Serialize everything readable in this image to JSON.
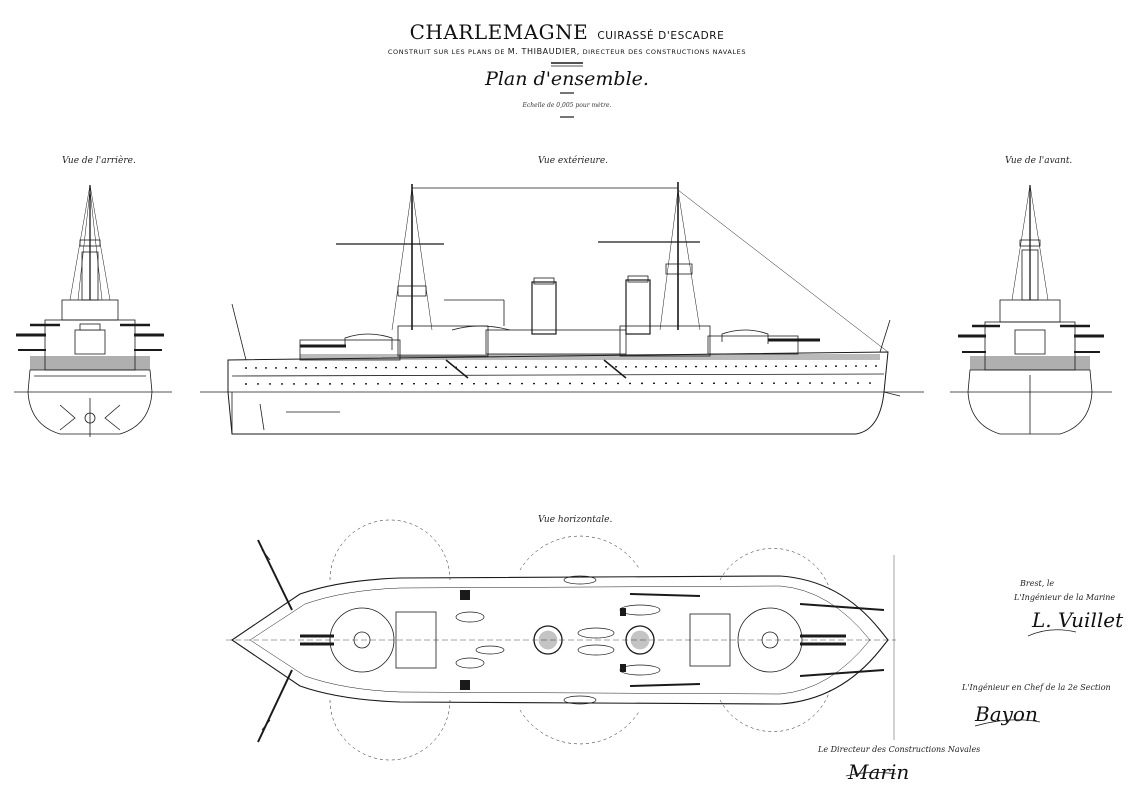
{
  "title": {
    "ship": "CHARLEMAGNE",
    "ship_type": "CUIRASSÉ D'ESCADRE",
    "builder_line_1": "CONSTRUIT SUR LES PLANS DE",
    "builder_name": "M. THIBAUDIER,",
    "builder_line_2": "DIRECTEUR DES CONSTRUCTIONS NAVALES",
    "plan": "Plan d'ensemble.",
    "scale": "Echelle de 0,005 pour mètre."
  },
  "views": {
    "rear": "Vue de l'arrière.",
    "exterior": "Vue extérieure.",
    "front": "Vue de l'avant.",
    "horizontal": "Vue horizontale."
  },
  "signatures": {
    "block1_line1": "Brest, le",
    "block1_line2": "L'Ingénieur de la Marine",
    "block1_signature": "L. Vuillet",
    "block2_line1": "L'Ingénieur en Chef de la 2e Section",
    "block2_signature": "Bayon",
    "block3_line1": "Le Directeur des Constructions Navales",
    "block3_signature": "Marin"
  },
  "drawing": {
    "ink_color": "#1a1a1a",
    "paper_color": "#ffffff"
  }
}
